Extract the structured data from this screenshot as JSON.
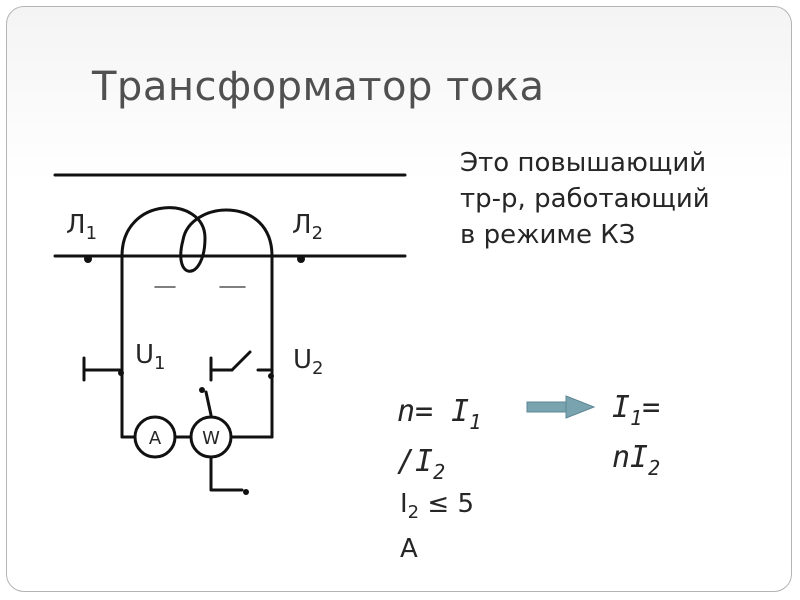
{
  "slide": {
    "title": "Трансформатор тока",
    "description": [
      "Это повышающий",
      "тр-р, работающий",
      "в режиме КЗ"
    ]
  },
  "diagram": {
    "labels": {
      "l1": {
        "base": "Л",
        "sub": "1"
      },
      "l2": {
        "base": "Л",
        "sub": "2"
      },
      "u1": {
        "base": "U",
        "sub": "1"
      },
      "u2": {
        "base": "U",
        "sub": "2"
      }
    },
    "meters": {
      "ammeter": "A",
      "wattmeter": "W"
    }
  },
  "formulas": {
    "ratio_line1": {
      "lhs": "n= I",
      "sub": "1"
    },
    "ratio_line2": {
      "lhs": "/I",
      "sub": "2"
    },
    "condition_line1": {
      "base": "I",
      "sub": "2",
      "rest": " ≤ 5"
    },
    "condition_line2": "A",
    "result_line1": {
      "base": "I",
      "sub": "1",
      "rest": "="
    },
    "result_line2": {
      "base": "nI",
      "sub": "2"
    }
  },
  "colors": {
    "line": "#111111",
    "text": "#262626",
    "title": "#505050",
    "arrow": "#7aa3b0"
  }
}
